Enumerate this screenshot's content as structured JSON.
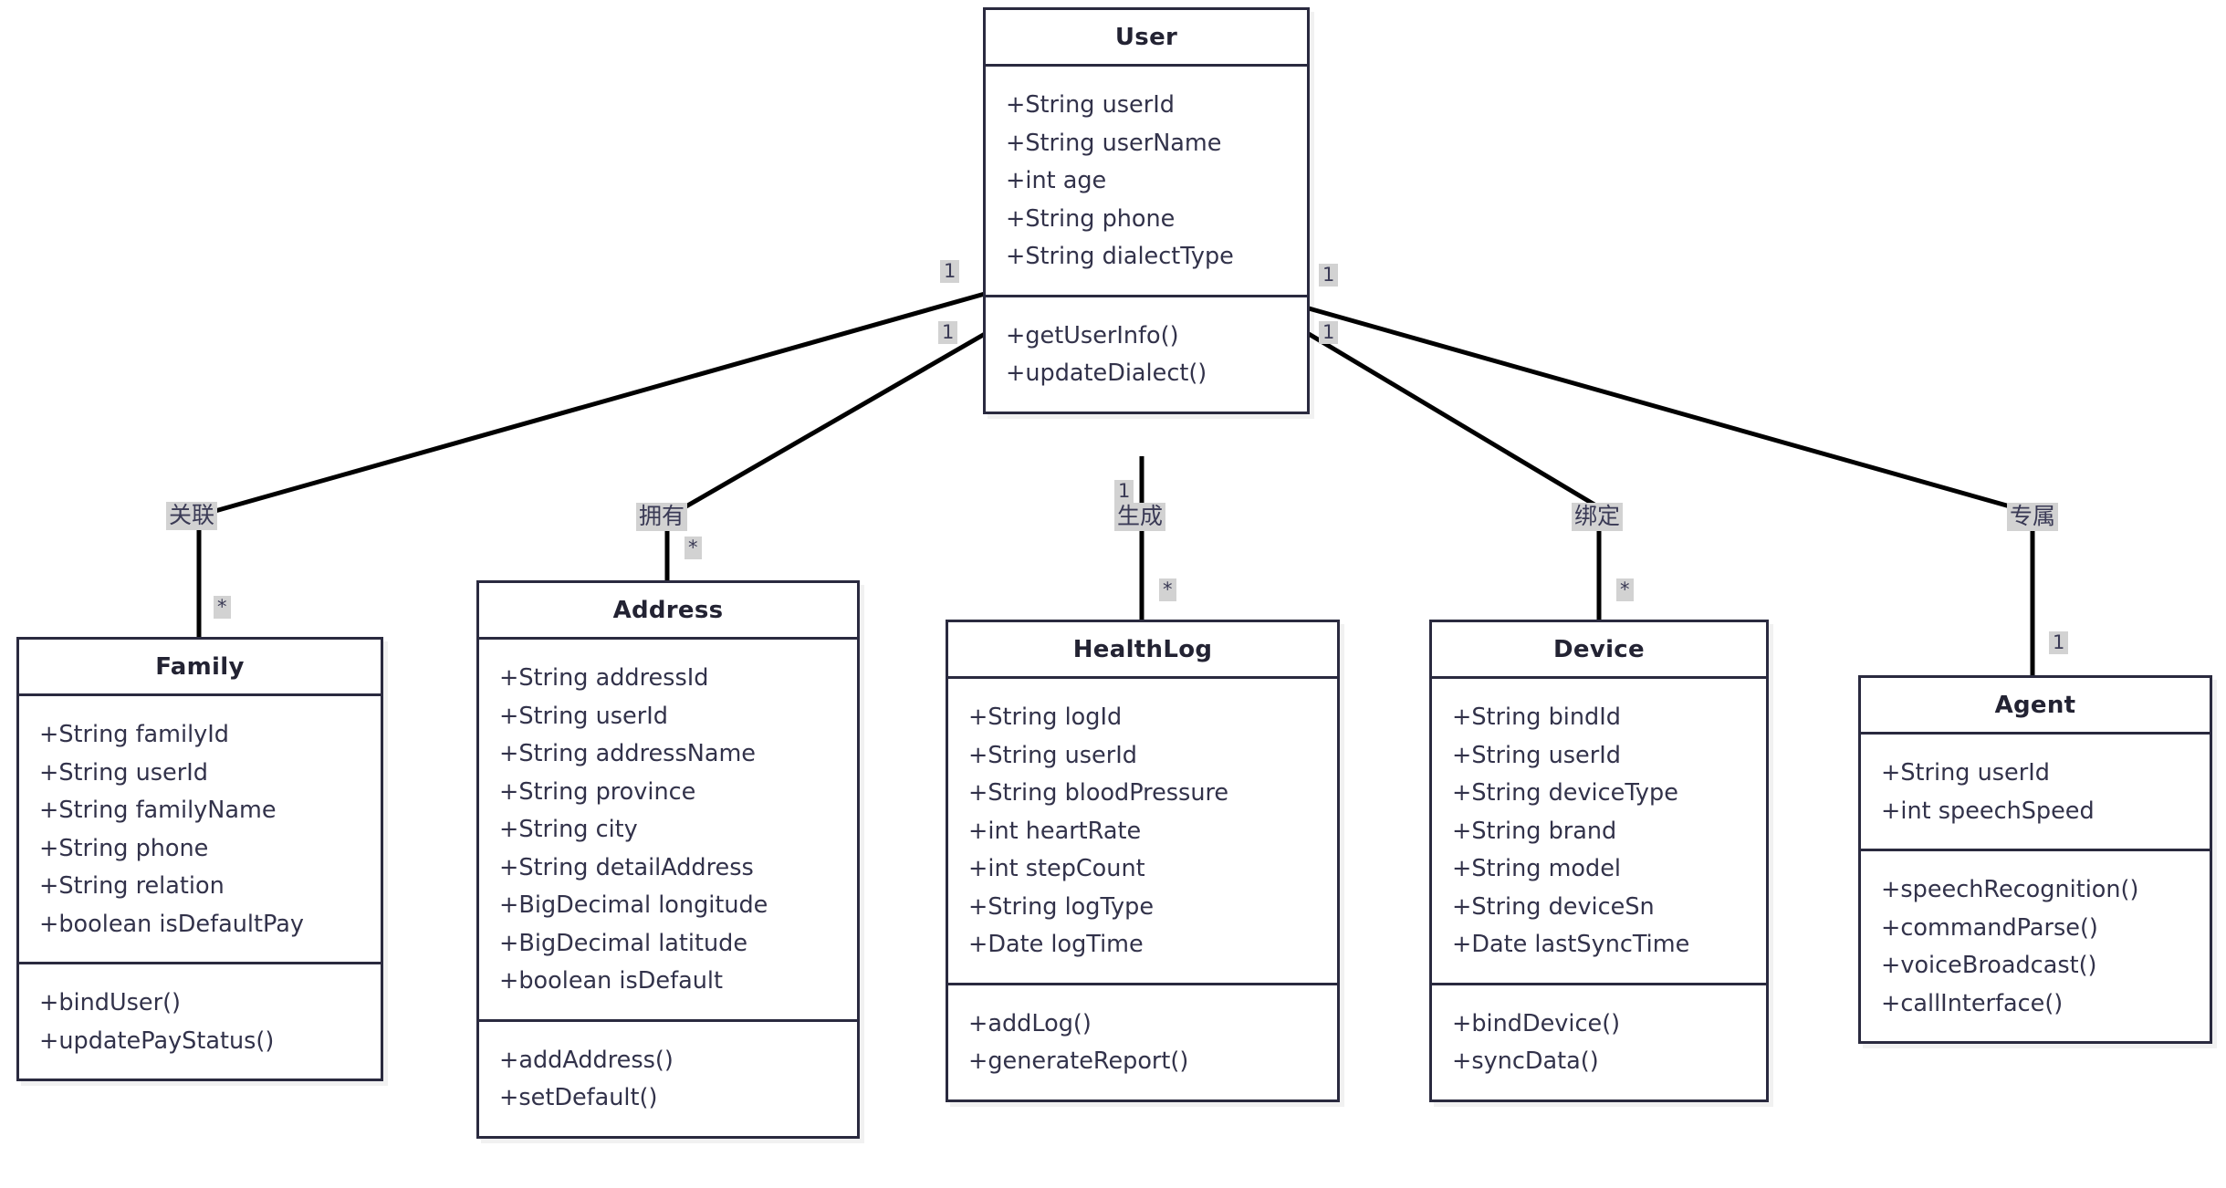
{
  "diagram": {
    "type": "uml-class-diagram",
    "colors": {
      "border": "#2a2a3f",
      "text": "#32324a",
      "label_background": "#d2d2d2",
      "canvas": "#ffffff"
    },
    "classes": [
      {
        "id": "user",
        "name": "User",
        "attributes": [
          "+String userId",
          "+String userName",
          "+int age",
          "+String phone",
          "+String dialectType"
        ],
        "methods": [
          "+getUserInfo()",
          "+updateDialect()"
        ]
      },
      {
        "id": "family",
        "name": "Family",
        "attributes": [
          "+String familyId",
          "+String userId",
          "+String familyName",
          "+String phone",
          "+String relation",
          "+boolean isDefaultPay"
        ],
        "methods": [
          "+bindUser()",
          "+updatePayStatus()"
        ]
      },
      {
        "id": "address",
        "name": "Address",
        "attributes": [
          "+String addressId",
          "+String userId",
          "+String addressName",
          "+String province",
          "+String city",
          "+String detailAddress",
          "+BigDecimal longitude",
          "+BigDecimal latitude",
          "+boolean isDefault"
        ],
        "methods": [
          "+addAddress()",
          "+setDefault()"
        ]
      },
      {
        "id": "healthlog",
        "name": "HealthLog",
        "attributes": [
          "+String logId",
          "+String userId",
          "+String bloodPressure",
          "+int heartRate",
          "+int stepCount",
          "+String logType",
          "+Date logTime"
        ],
        "methods": [
          "+addLog()",
          "+generateReport()"
        ]
      },
      {
        "id": "device",
        "name": "Device",
        "attributes": [
          "+String bindId",
          "+String userId",
          "+String deviceType",
          "+String brand",
          "+String model",
          "+String deviceSn",
          "+Date lastSyncTime"
        ],
        "methods": [
          "+bindDevice()",
          "+syncData()"
        ]
      },
      {
        "id": "agent",
        "name": "Agent",
        "attributes": [
          "+String userId",
          "+int speechSpeed"
        ],
        "methods": [
          "+speechRecognition()",
          "+commandParse()",
          "+voiceBroadcast()",
          "+callInterface()"
        ]
      }
    ],
    "relationships": [
      {
        "id": "user-family",
        "from": "User",
        "to": "Family",
        "label": "关联",
        "source_multiplicity": "1",
        "target_multiplicity": "*"
      },
      {
        "id": "user-address",
        "from": "User",
        "to": "Address",
        "label": "拥有",
        "source_multiplicity": "1",
        "target_multiplicity": "*"
      },
      {
        "id": "user-healthlog",
        "from": "User",
        "to": "HealthLog",
        "label": "生成",
        "source_multiplicity": "1",
        "target_multiplicity": "*"
      },
      {
        "id": "user-device",
        "from": "User",
        "to": "Device",
        "label": "绑定",
        "source_multiplicity": "1",
        "target_multiplicity": "*"
      },
      {
        "id": "user-agent",
        "from": "User",
        "to": "Agent",
        "label": "专属",
        "source_multiplicity": "1",
        "target_multiplicity": "1"
      }
    ]
  }
}
